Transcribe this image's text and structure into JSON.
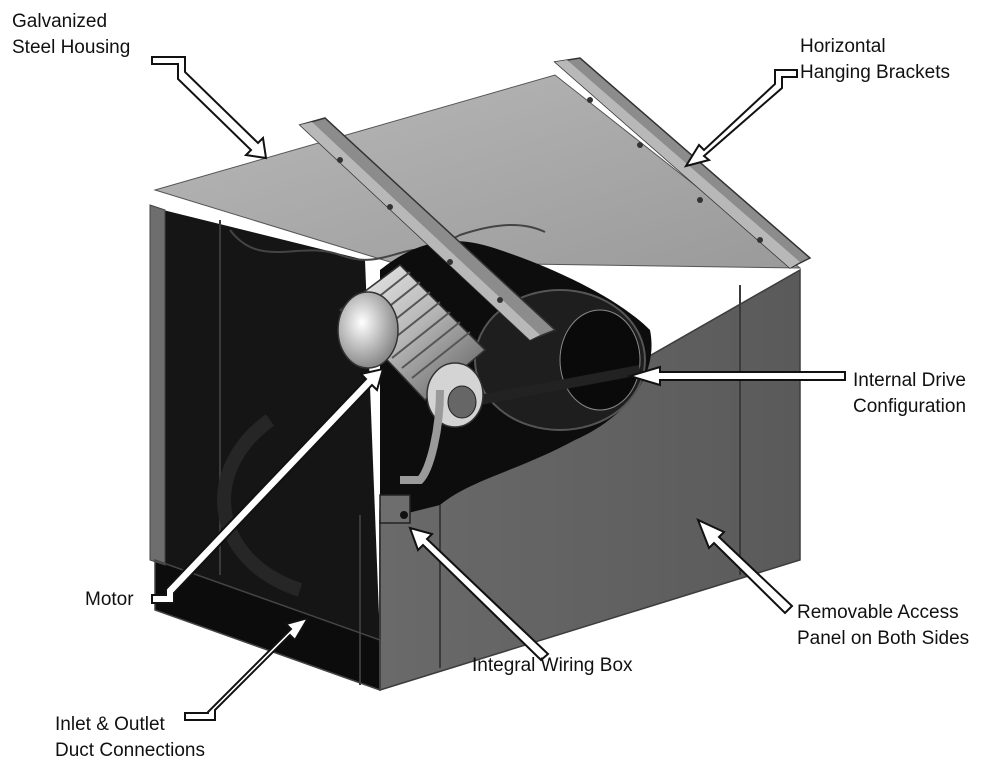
{
  "labels": {
    "galvanized": [
      "Galvanized",
      "Steel Housing"
    ],
    "brackets": [
      "Horizontal",
      "Hanging Brackets"
    ],
    "drive": [
      "Internal Drive",
      "Configuration"
    ],
    "motor": [
      "Motor"
    ],
    "panel": [
      "Removable Access",
      "Panel on Both Sides"
    ],
    "wiring": [
      "Integral Wiring Box"
    ],
    "inlet": [
      "Inlet & Outlet",
      "Duct Connections"
    ]
  }
}
